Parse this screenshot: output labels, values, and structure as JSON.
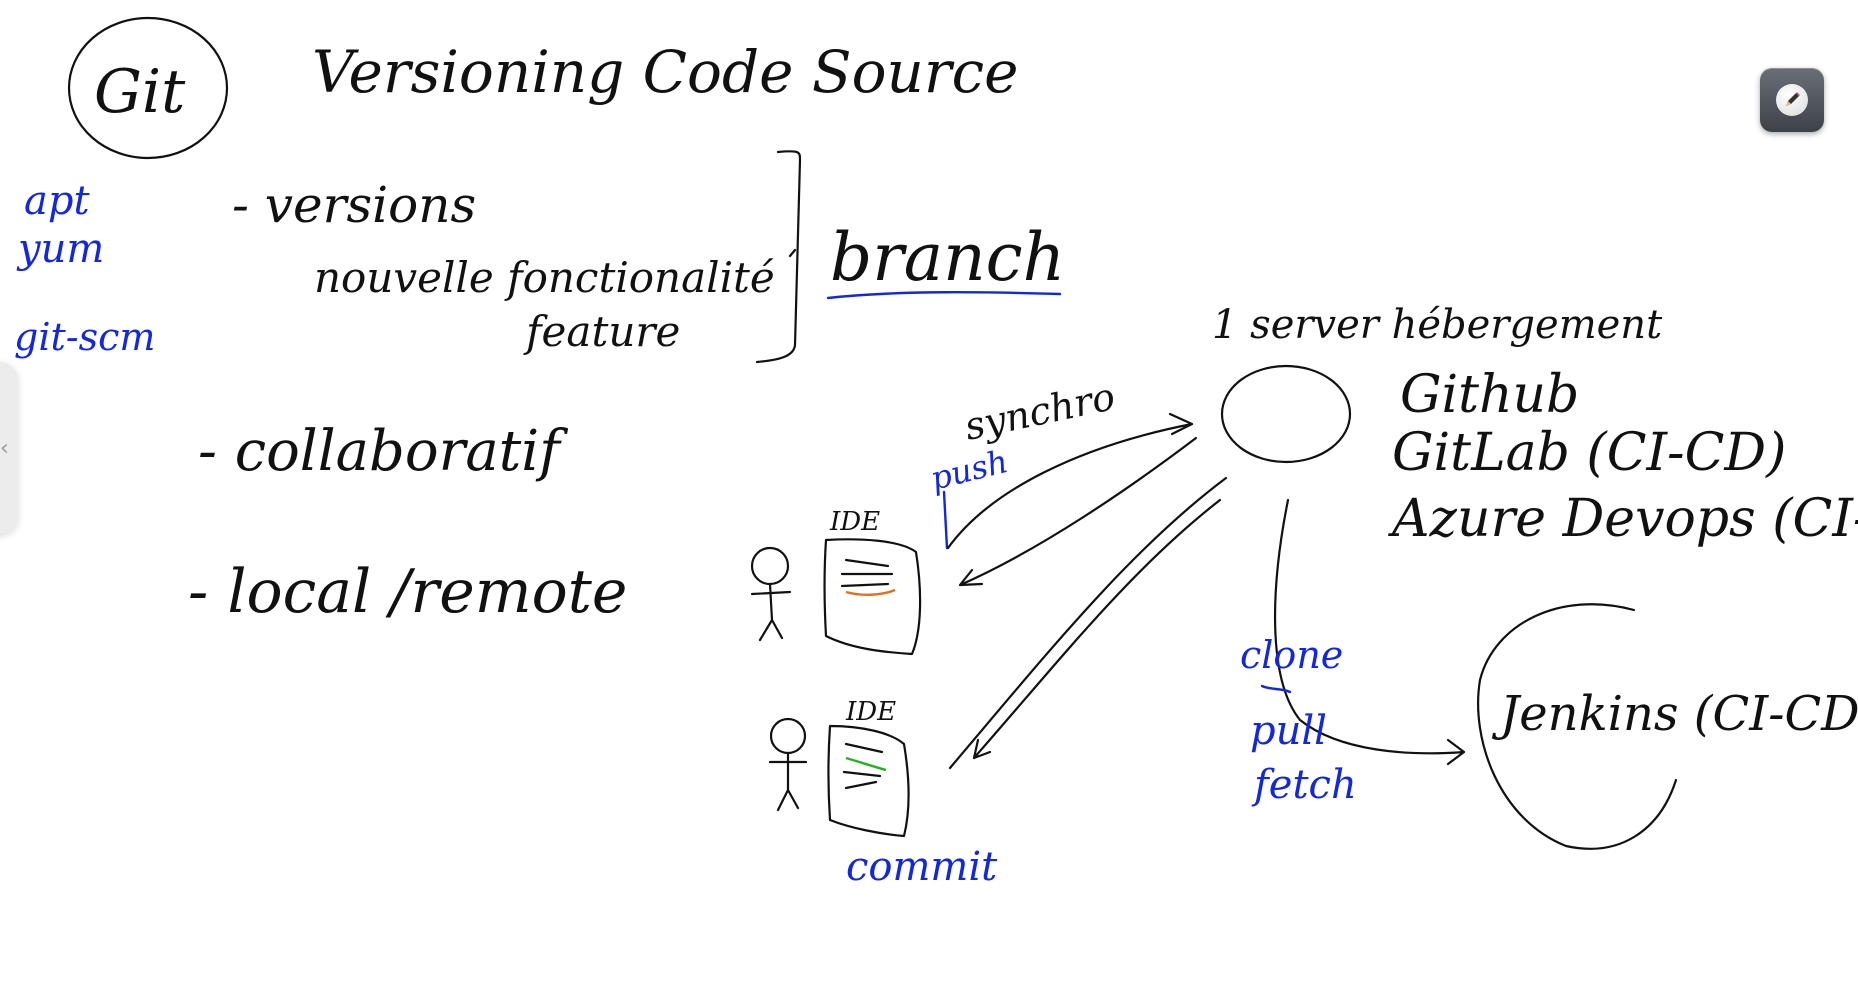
{
  "title": {
    "circled": "Git",
    "subtitle": "Versioning Code Source"
  },
  "left_notes": [
    "apt",
    "yum",
    "git-scm"
  ],
  "bullets": [
    "- versions",
    "- collaboratif",
    "- local /remote"
  ],
  "version_details": [
    "nouvelle fonctionalité",
    "feature"
  ],
  "branch_label": "branch",
  "server": {
    "label": "1 server hébergement",
    "hosts": [
      "Github",
      "GitLab (CI-CD)",
      "Azure Devops (CI-CD)"
    ]
  },
  "sync": {
    "synchro": "synchro",
    "push": "push"
  },
  "ide_labels": [
    "IDE",
    "IDE"
  ],
  "commit_label": "commit",
  "clone_ops": [
    "clone",
    "pull",
    "fetch"
  ],
  "jenkins_label": "Jenkins (CI-CD)",
  "colors": {
    "ink": "#111111",
    "blue": "#1328d8",
    "orange": "#e07020",
    "green": "#28b020"
  },
  "icons": {
    "toolbar": "pencil-icon",
    "side_tab": "chevron-left-icon"
  }
}
